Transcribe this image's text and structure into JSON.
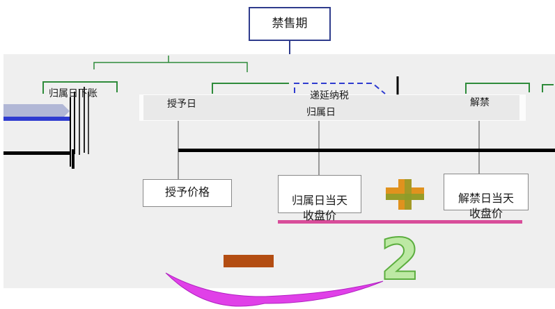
{
  "title": "禁售期",
  "fragments": {
    "vest_day_before": "归属日下账",
    "vest_date": "授予日",
    "vest_date_right": "归属日",
    "extend": "递延纳税",
    "unlock": "解禁"
  },
  "labels": {
    "grant_price": "授予价格",
    "vest_close": "归属日当天\n收盘价",
    "unlock_close": "解禁日当天\n收盘价"
  },
  "number": "2",
  "colors": {
    "green": "#2e8b3a",
    "blue_dash": "#2e3bd0",
    "title_border": "#2e3b8c",
    "plus_orange": "#e0921e",
    "plus_olive": "#8a9d2a",
    "minus_bar": "#b34d12",
    "magenta": "#d84d9a",
    "smile": "#e040e8",
    "two_green": "#8ed36a"
  },
  "icons": [
    "plus-icon",
    "minus-icon",
    "smile-arc-icon"
  ]
}
